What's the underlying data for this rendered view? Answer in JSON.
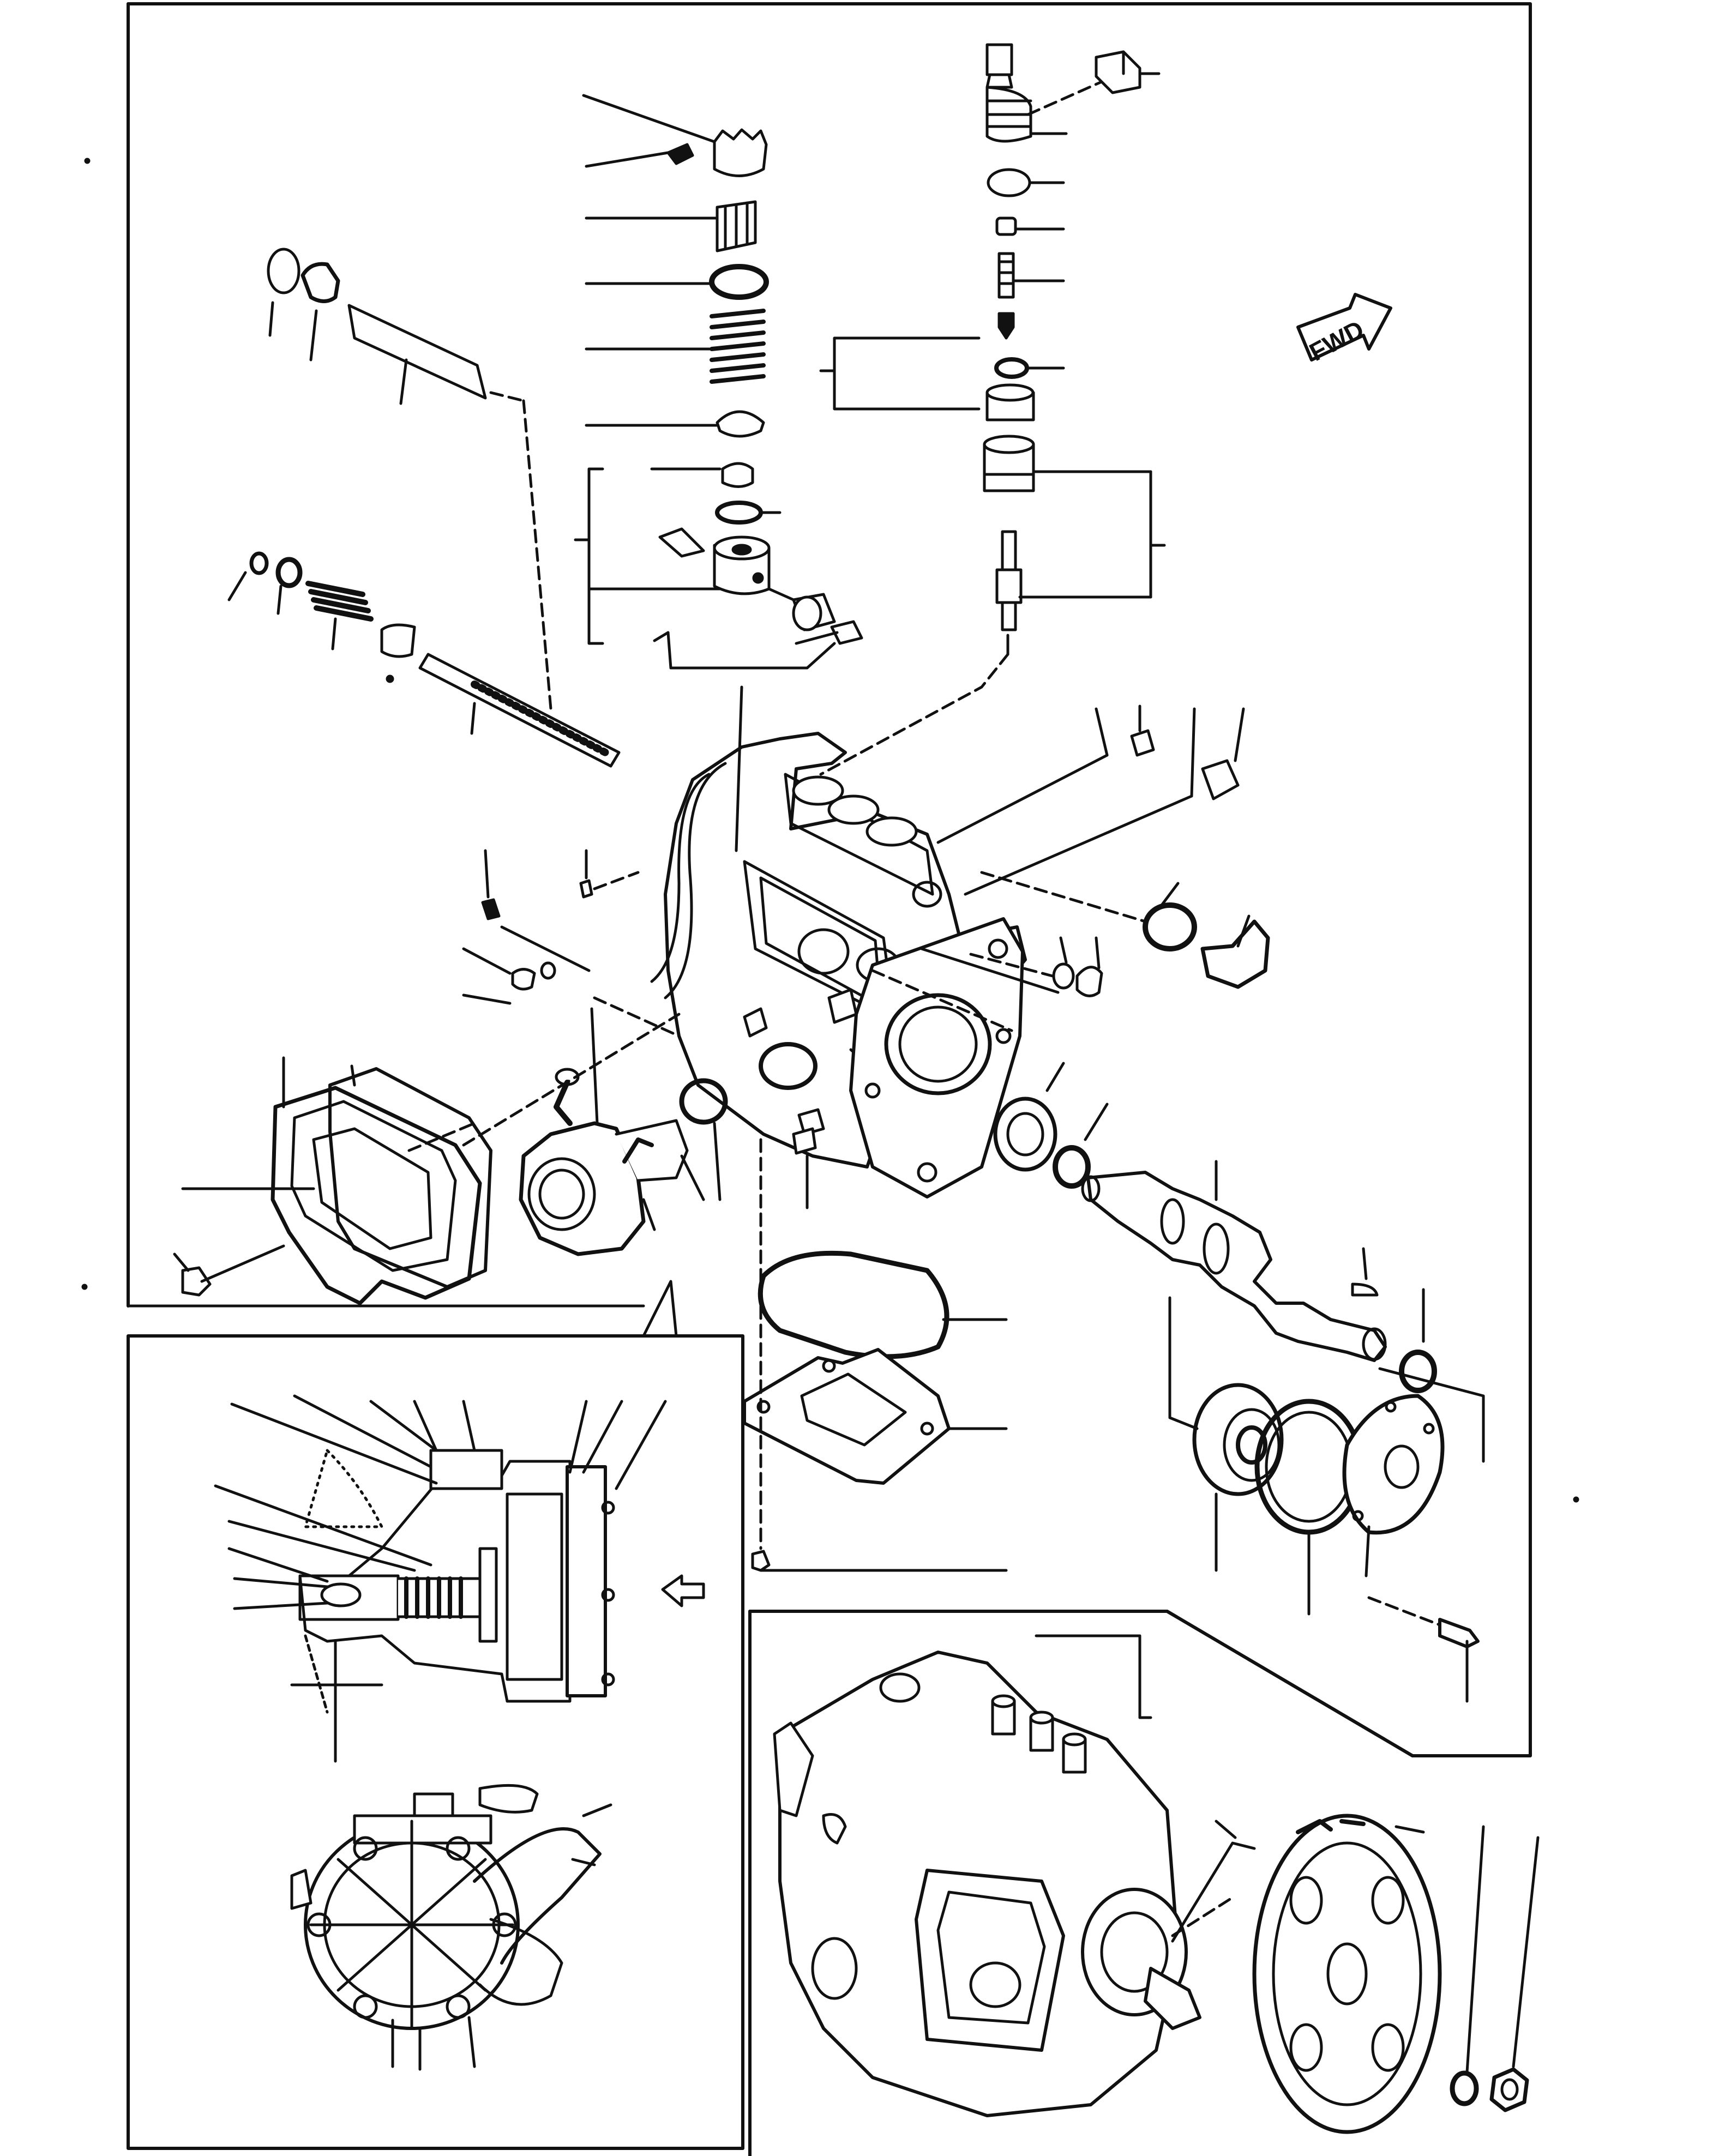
{
  "diagram": {
    "direction_badge": "FWD",
    "colors": {
      "ink": "#111111",
      "paper": "#ffffff"
    },
    "main_frame": {
      "name": "exploded-view-frame"
    },
    "detail_panels": [
      {
        "name": "inset-panel-feed-pump-section"
      },
      {
        "name": "inset-panel-pump-assembly-view"
      }
    ],
    "parts": [
      {
        "name": "delivery-valve-holder"
      },
      {
        "name": "delivery-valve-stopper-clamp"
      },
      {
        "name": "o-ring"
      },
      {
        "name": "delivery-valve-spring"
      },
      {
        "name": "delivery-valve"
      },
      {
        "name": "plunger-barrel"
      },
      {
        "name": "plunger"
      },
      {
        "name": "control-sleeve-pinion"
      },
      {
        "name": "plunger-spring"
      },
      {
        "name": "spring-upper-seat"
      },
      {
        "name": "tappet-assembly"
      },
      {
        "name": "tappet-roller"
      },
      {
        "name": "control-rack"
      },
      {
        "name": "rack-spring"
      },
      {
        "name": "pump-housing"
      },
      {
        "name": "inspection-cover"
      },
      {
        "name": "cover-gasket"
      },
      {
        "name": "feed-pump"
      },
      {
        "name": "bearing-cover-flange"
      },
      {
        "name": "ball-bearing"
      },
      {
        "name": "oil-seal"
      },
      {
        "name": "camshaft"
      },
      {
        "name": "woodruff-key"
      },
      {
        "name": "bottom-o-ring"
      },
      {
        "name": "bottom-plate-gasket"
      },
      {
        "name": "bearing"
      },
      {
        "name": "shim"
      },
      {
        "name": "bearing-retainer-plate"
      },
      {
        "name": "bolt"
      },
      {
        "name": "plug-bolt"
      },
      {
        "name": "sealing-washer"
      },
      {
        "name": "timing-gear"
      },
      {
        "name": "spring-washer"
      },
      {
        "name": "lock-nut"
      }
    ]
  }
}
